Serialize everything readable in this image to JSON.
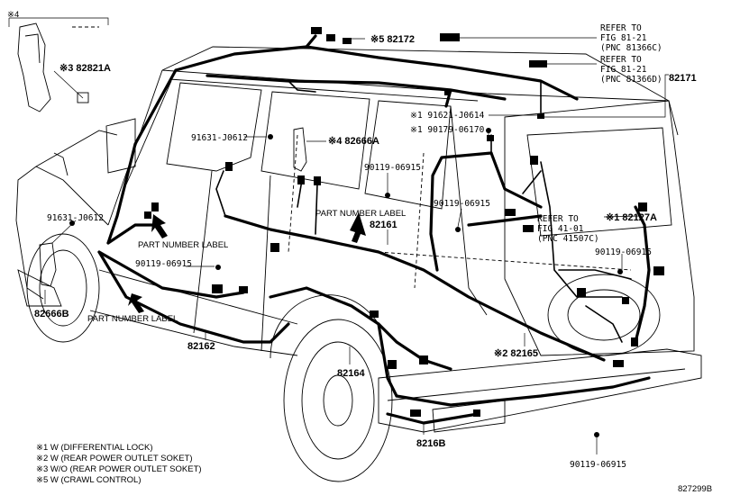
{
  "callouts": {
    "p82172": "※5 82172",
    "p82821a": "※3 82821A",
    "p82666a": "※4 82666A",
    "p91631_top": "91631-J0612",
    "p91621": "※1 91621-J0614",
    "p90179": "※1 90179-06170",
    "p90119_a": "90119-06915",
    "p90119_b": "90119-06915",
    "p90119_c": "90119-06915",
    "p90119_d": "90119-06915",
    "p90119_e": "90119-06915",
    "p91631_left": "91631-J0612",
    "p82666b": "82666B",
    "p82161": "82161",
    "p82162": "82162",
    "p82164": "82164",
    "p82165": "※2 82165",
    "p82168": "8216B",
    "p82127a": "※1 82127A",
    "p82171": "82171",
    "marker4": "※4"
  },
  "refers": {
    "r1_line1": "REFER TO",
    "r1_line2": "FIG 81-21",
    "r1_line3": "(PNC 81366C)",
    "r2_line1": "REFER TO",
    "r2_line2": "FIG 81-21",
    "r2_line3": "(PNC 81366D)",
    "r3_line1": "REFER TO",
    "r3_line2": "FIG 41-01",
    "r3_line3": "(PNC 41507C)"
  },
  "part_labels": {
    "a": "PART NUMBER LABEL",
    "b": "PART NUMBER LABEL",
    "c": "PART NUMBER LABEL"
  },
  "notes": [
    "※1 W (DIFFERENTIAL LOCK)",
    "※2 W (REAR POWER OUTLET SOKET)",
    "※3 W/O (REAR POWER OUTLET SOKET)",
    "※5 W (CRAWL CONTROL)"
  ],
  "diagram_id": "827299B"
}
